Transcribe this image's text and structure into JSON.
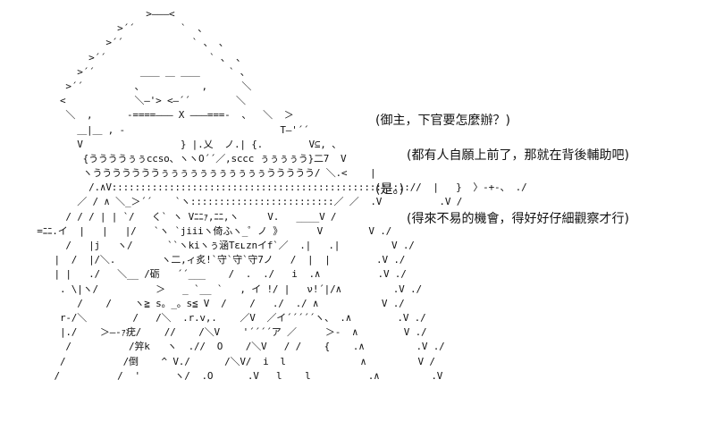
{
  "art_lines": [
    "                      >―――<      ",
    "                 >´´        `  、    ",
    "               >´´            ` 、 、  ",
    "            >´´                  ` 、 、",
    "          >´´        ＿＿ ＿ ＿＿     ` 、",
    "        >´´         、          ,      ＼ ",
    "       <            ＼―'> <―´´        ＼",
    "        ＼  ,      -====――― X ―――===-  、  ＼  ＞",
    "          ＿|＿ , -                           T―'´´",
    "          V                 } |.乂  ノ.| {.        V⊆, 、",
    "           {ううううぅぅccso、ヽヽO´´／,sccc ぅぅぅぅう}二7  V",
    "           ヽうううううううぅぅぅぅぅぅぅぅぅぅぅううううう/ ＼.<    |    ",
    "            /.∧V:::::::::::::::::::::::::::::::::::::::::::::::::::://  |   }  〉-+-、 ./",
    "          ／ / ∧ ＼_＞´´    `ヽ:::::::::::::::::::::::::／ ／  .V          .V /",
    "        / / / | | `/   く` ヽ Vﾆﾆｧ,ﾆﾆ,ヽ     V.   ____V /",
    "   =ﾆﾆ.イ  |   |   |/   `ヽ `jiiiヽ倚ふヽ_゜ノ 》      V        V ./",
    "        /   |j   ヽ/      ``ヽkiヽぅ涵Tɛʟznイf`／  .|   .|         V ./",
    "      |  /  |/＼.        ヽ二,ィ炙!`守`守`守7ノ   /  |  |        .V ./",
    "      | |   ./   ＼__ /砺   ´´___    /  .  ./   i  .∧          .V ./",
    "       . \\|ヽ/          ＞   _ `__ `   , イ !/ |   ν!´|/∧         .V ./",
    "          /    /    ヽ≧ s。_。s≦ V  /    /   ./  ./ ∧           V ./",
    "       r-/＼        /   /＼  .r.v,.    ／V  ／イ´´´´´ヽ、 .∧        .V ./",
    "       |./    ＞―-ｧ疣/    //    /＼V    '´´´´ア ／     ＞-  ∧        V ./",
    "        /          /笄k   ヽ  .//  O    /＼V   / /    {    .∧         .V ./",
    "       /          /倒    ^ V./      /＼V/  i  l             ∧         V /",
    "      /          /  '      ヽ/  .O      .V   l    l          .∧         .V"
  ],
  "speech": [
    "(御主，下官要怎麼辦？)",
    "(都有人自願上前了，那就在背後輔助吧)",
    "(是。)",
    "(得來不易的機會，得好好仔細觀察才行)"
  ]
}
